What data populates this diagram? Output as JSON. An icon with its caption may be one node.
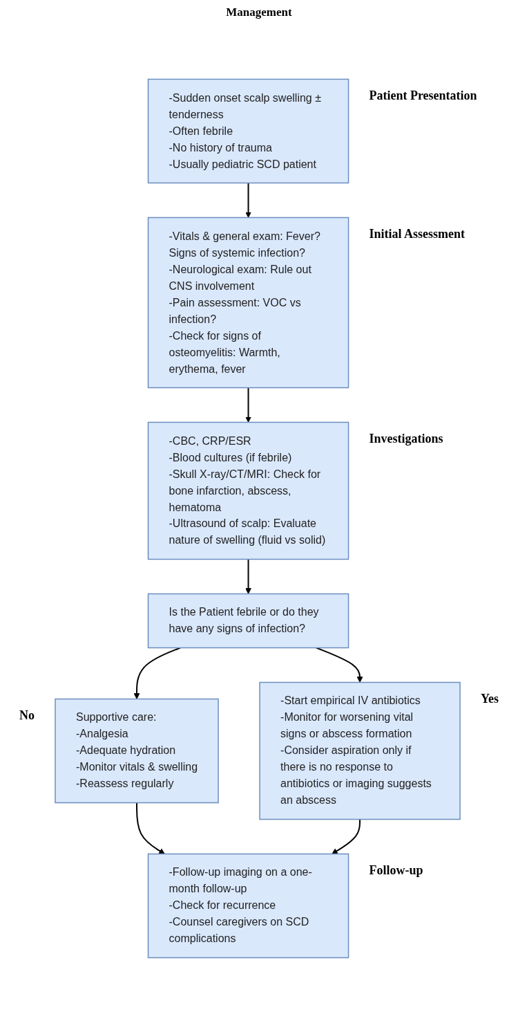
{
  "diagram": {
    "nodes": [
      {
        "text": [
          "-Sudden onset scalp swelling ± tenderness",
          "-Often febrile",
          "-No history of trauma",
          "-Usually pediatric SCD patient"
        ],
        "beside": [
          "Patient Presentation"
        ]
      },
      {
        "text": [
          "-Vitals & general exam: Fever? Signs of systemic infection?",
          "-Neurological exam: Rule out CNS involvement",
          "-Pain assessment: VOC vs infection?",
          "-Check for signs of osteomyelitis: Warmth, erythema, fever"
        ],
        "beside": [
          "Initial Assessment"
        ]
      },
      {
        "text": [
          "-CBC, CRP/ESR",
          "-Blood cultures (if febrile)",
          "-Skull X-ray/CT/MRI: Check for bone infarction, abscess, hematoma",
          "-Ultrasound of scalp: Evaluate nature of swelling (fluid vs solid)"
        ],
        "beside": [
          "Investigations"
        ]
      },
      {
        "text": [
          "Is the Patient febrile or do they have any signs of infection?"
        ]
      },
      {
        "text": [
          "Supportive care:",
          "-Analgesia",
          "-Adequate hydration",
          "-Monitor vitals & swelling",
          "-Reassess regularly"
        ],
        "beside": [
          "No"
        ]
      },
      {
        "text": [
          "-Start empirical IV antibiotics",
          "-Monitor for worsening vital signs or abscess formation",
          "-Consider aspiration only if there is no response to antibiotics or imaging suggests an abscess"
        ],
        "beside": [
          "Yes"
        ]
      },
      {
        "text": [
          "-Follow-up imaging on a one-month follow-up",
          "-Check for recurrence",
          "-Counsel caregivers on SCD complications"
        ],
        "beside": [
          "Follow-up"
        ]
      }
    ],
    "edges": [
      {
        "from": 0,
        "to": 1,
        "arrow": "to"
      },
      {
        "from": 1,
        "to": 2,
        "arrow": "to"
      },
      {
        "from": 2,
        "to": 3,
        "arrow": "to"
      },
      {
        "from": 3,
        "to": 4,
        "arrow": "to"
      },
      {
        "from": 3,
        "to": 5,
        "arrow": "to"
      },
      {
        "from": 4,
        "to": 6,
        "arrow": "to"
      },
      {
        "from": 5,
        "to": 6,
        "arrow": "to"
      }
    ],
    "labels": [
      "Management"
    ]
  }
}
